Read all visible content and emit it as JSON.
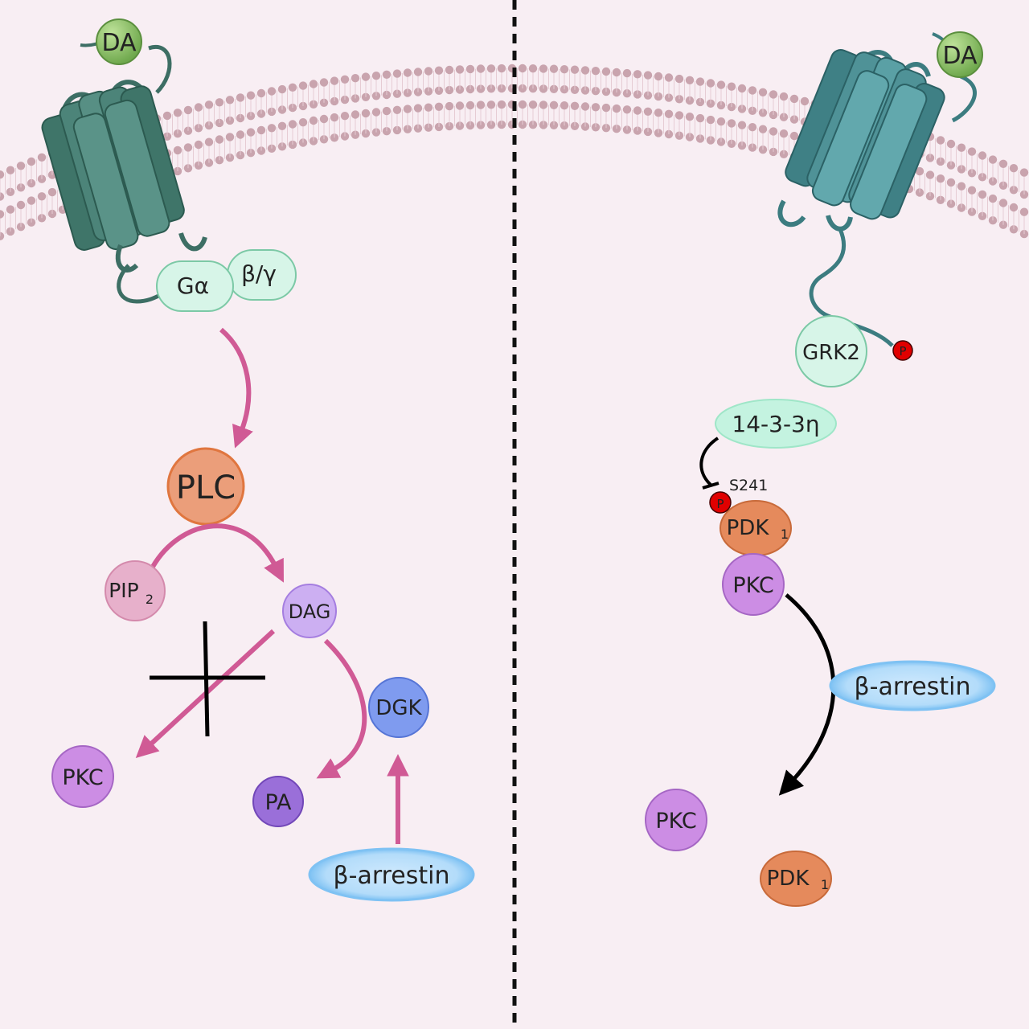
{
  "left_panel": {
    "ligand": "DA",
    "g_alpha": "Gα",
    "g_beta_gamma": "β/γ",
    "plc": "PLC",
    "pip2": "PIP",
    "pip2_sub": "2",
    "dag": "DAG",
    "pkc": "PKC",
    "pa": "PA",
    "dgk": "DGK",
    "beta_arrestin": "β-arrestin"
  },
  "right_panel": {
    "ligand": "DA",
    "grk2": "GRK2",
    "phospho": "P",
    "protein_1433": "14-3-3η",
    "site": "S241",
    "pdk1": "PDK",
    "pdk1_sub": "1",
    "pkc": "PKC",
    "beta_arrestin": "β-arrestin",
    "pkc_free": "PKC",
    "pdk1_free": "PDK",
    "pdk1_free_sub": "1"
  },
  "colors": {
    "background": "#f8eef3",
    "membrane_bead": "#c9a4ae",
    "receptor_left": "#4c8479",
    "receptor_right": "#4f9297",
    "ligand": "#8fc267",
    "g_protein": "#d7f5e8",
    "arrow_pink": "#d05a95",
    "plc": "#eb9e7a",
    "pip2": "#e7b0cb",
    "dag": "#ccaff2",
    "pkc": "#cc8de4",
    "pa": "#9a6fd9",
    "dgk": "#7f9bef",
    "beta_arrestin": "#b3dcfa",
    "pdk1": "#e58a5c",
    "phospho": "#e00000",
    "protein_1433": "#c4f3e0"
  }
}
